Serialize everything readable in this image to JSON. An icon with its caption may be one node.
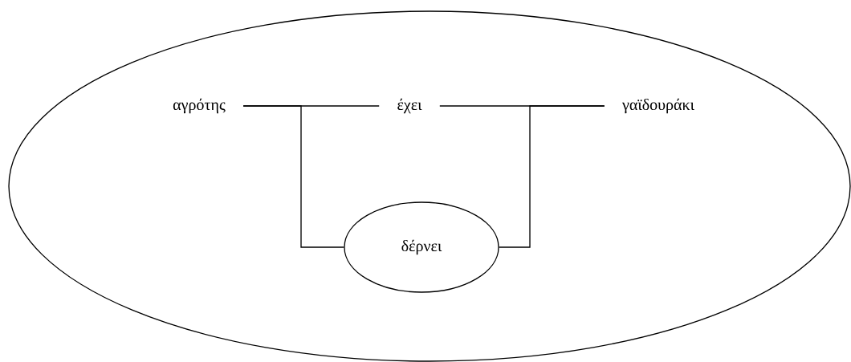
{
  "diagram": {
    "nodes": [
      {
        "text": [],
        "shape": "ellipse"
      },
      {
        "text": [
          "αγρότης"
        ],
        "in": 0
      },
      {
        "text": [
          "έχει"
        ],
        "in": 0
      },
      {
        "text": [
          "γαϊδουράκι"
        ],
        "in": 0
      },
      {
        "text": [
          "δέρνει"
        ],
        "in": 0
      }
    ],
    "edges": [
      {
        "from": 1,
        "to": 2,
        "arrow": "none"
      },
      {
        "from": 2,
        "to": 3,
        "arrow": "none"
      },
      {
        "from": 1,
        "to": 4,
        "arrow": "none"
      },
      {
        "from": 4,
        "to": 3,
        "arrow": "none"
      }
    ]
  }
}
